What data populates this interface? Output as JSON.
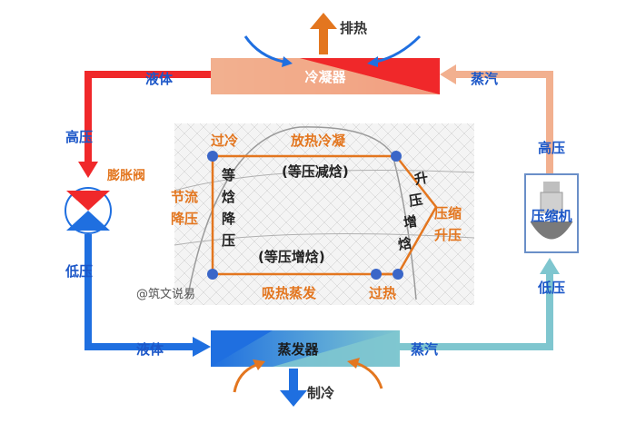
{
  "colors": {
    "hot": "#f0282a",
    "hot_light": "#f2b08f",
    "cold": "#1f6fe0",
    "cold_light": "#7fc6cf",
    "orange": "#e3761f",
    "label_blue": "#1c57c8",
    "node": "#3a66c8"
  },
  "condenser": {
    "label": "冷凝器",
    "heat_out": "排热"
  },
  "evaporator": {
    "label": "蒸发器",
    "cool_out": "制冷"
  },
  "left_path": {
    "top_liquid": "液体",
    "high_pressure": "高压",
    "valve": "膨胀阀",
    "low_pressure": "低压",
    "bottom_liquid": "液体"
  },
  "right_path": {
    "top_vapor": "蒸汽",
    "high_pressure": "高压",
    "compressor": "压缩机",
    "low_pressure": "低压",
    "bottom_vapor": "蒸汽"
  },
  "ph_chart": {
    "subcool": "过冷",
    "release_condense": "放热冷凝",
    "isobaric_enthalpy_down": "(等压减焓)",
    "throttle_drop_1": "节流",
    "throttle_drop_2": "降压",
    "isenthalpic_drop": [
      "等",
      "焓",
      "降",
      "压"
    ],
    "compress_rise": [
      "升",
      "压",
      "增",
      "焓"
    ],
    "compress_1": "压缩",
    "compress_2": "升压",
    "isobaric_enthalpy_up": "(等压增焓)",
    "absorb_evaporate": "吸热蒸发",
    "superheat": "过热",
    "watermark": "@筑文说易"
  }
}
